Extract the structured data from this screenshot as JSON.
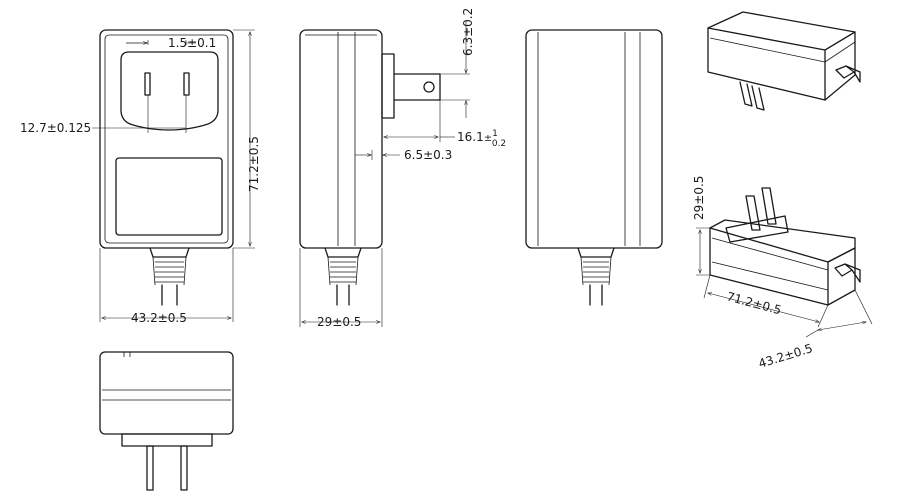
{
  "dimensions": {
    "pin_width": "1.5±0.1",
    "pin_spacing": "12.7±0.125",
    "height": "71.2±0.5",
    "width_front": "43.2±0.5",
    "depth_side": "29±0.5",
    "pin_thickness": "6.3±0.2",
    "pin_length": "16.1",
    "pin_length_tol_upper": "1",
    "pin_length_tol_lower": "0.2",
    "pin_offset": "6.5±0.3",
    "iso_height": "29±0.5",
    "iso_length": "71.2±0.5",
    "iso_width": "43.2±0.5"
  }
}
